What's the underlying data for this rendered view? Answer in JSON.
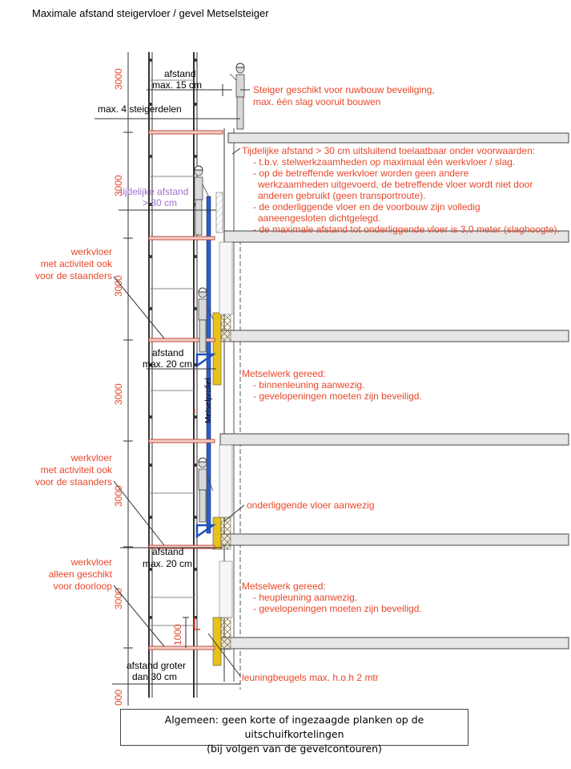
{
  "title": "Maximale afstand steigervloer / gevel  Metselsteiger",
  "colors": {
    "red": "#e8472a",
    "purple": "#a070d0",
    "blue": "#1f4fc0",
    "yellow": "#e6c21a",
    "black": "#000000"
  },
  "heights": {
    "h1": "3000",
    "h2": "3000",
    "h3": "3000",
    "h4": "3000",
    "h5": "3000",
    "h6": "000",
    "rail": "1000"
  },
  "dims": {
    "top_l1": "afstand",
    "top_l2": "max. 15 cm",
    "width": "max. 4 steigerdelen",
    "mid1_l1": "afstand",
    "mid1_l2": "max. 20 cm",
    "mid2_l1": "afstand",
    "mid2_l2": "max. 20 cm",
    "bot_l1": "afstand groter",
    "bot_l2": "dan 30 cm",
    "temp_l1": "tijdelijke afstand",
    "temp_l2": "> 30 cm",
    "profile": "Metselprofiel"
  },
  "left_labels": {
    "a1": "werkvloer",
    "a2": "met activiteit ook",
    "a3": "voor de staanders",
    "b1": "werkvloer",
    "b2": "met activiteit ook",
    "b3": "voor de staanders",
    "c1": "werkvloer",
    "c2": "alleen geschikt",
    "c3": "voor doorloop"
  },
  "right_notes": {
    "n1a": "Steiger geschikt voor ruwbouw beveiliging,",
    "n1b": "max. één slag vooruit bouwen",
    "n2a": "Tijdelijke afstand > 30 cm uitsluitend toelaatbaar onder voorwaarden:",
    "n2b": "- t.b.v. stelwerkzaamheden op maximaal één werkvloer / slag.",
    "n2c": "- op de betreffende werkvloer worden geen andere",
    "n2d": "werkzaamheden uitgevoerd, de betreffende vloer wordt niet door",
    "n2e": "anderen gebruikt (geen transportroute).",
    "n2f": "- de onderliggende vloer en de voorbouw zijn volledig",
    "n2g": "aaneengesloten dichtgelegd.",
    "n2h": "- de maximale afstand tot onderliggende vloer is 3,0 meter (slaghoogte).",
    "n3a": "Metselwerk gereed:",
    "n3b": "- binnenleuning aanwezig.",
    "n3c": "- gevelopeningen moeten zijn beveiligd.",
    "n4": "onderliggende vloer aanwezig",
    "n5a": "Metselwerk gereed:",
    "n5b": "- heupleuning aanwezig.",
    "n5c": "- gevelopeningen moeten zijn beveiligd.",
    "n6": "leuningbeugels max. h.o.h 2 mtr"
  },
  "general_note": {
    "line1": "Algemeen: geen korte of ingezaagde planken op de uitschuifkortelingen",
    "line2": "(bij volgen van de gevelcontouren)"
  }
}
